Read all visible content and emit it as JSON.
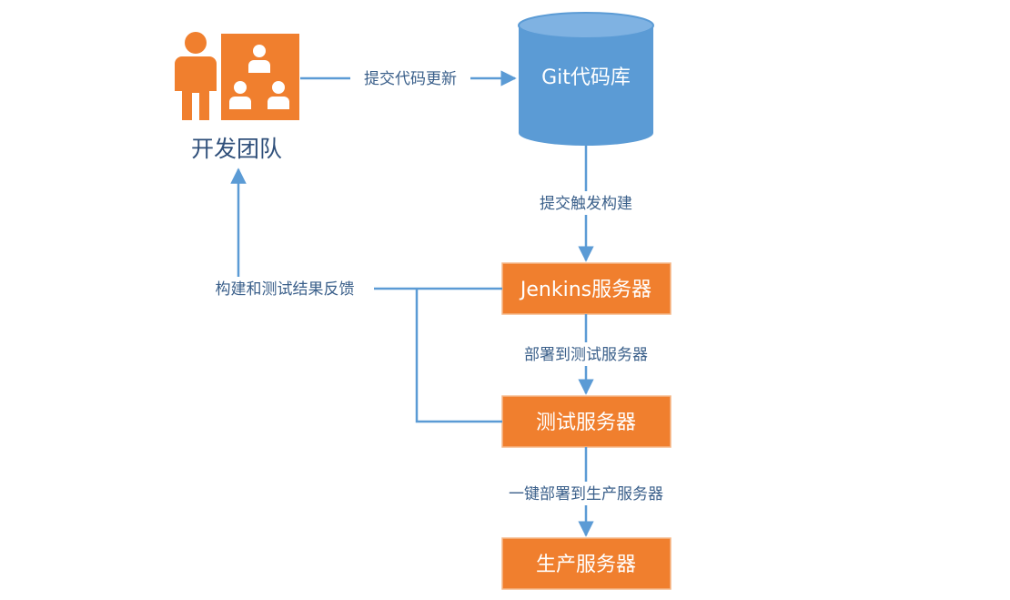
{
  "nodes": {
    "dev_team": {
      "label": "开发团队"
    },
    "git_repo": {
      "label": "Git代码库"
    },
    "jenkins": {
      "label": "Jenkins服务器"
    },
    "test_server": {
      "label": "测试服务器"
    },
    "prod_server": {
      "label": "生产服务器"
    }
  },
  "edges": {
    "commit_update": {
      "label": "提交代码更新"
    },
    "commit_trigger": {
      "label": "提交触发构建"
    },
    "deploy_test": {
      "label": "部署到测试服务器"
    },
    "deploy_prod": {
      "label": "一键部署到生产服务器"
    },
    "feedback": {
      "label": "构建和测试结果反馈"
    }
  },
  "colors": {
    "box_fill": "#f07f2e",
    "box_stroke": "#f5b98a",
    "db_fill": "#5b9bd5",
    "db_top": "#7fb2e2",
    "line": "#5b9bd5",
    "icon_bg": "#f07f2e",
    "icon_fg": "#ffffff"
  },
  "icons": {
    "team": "people-group-icon",
    "database": "database-cylinder-icon"
  }
}
